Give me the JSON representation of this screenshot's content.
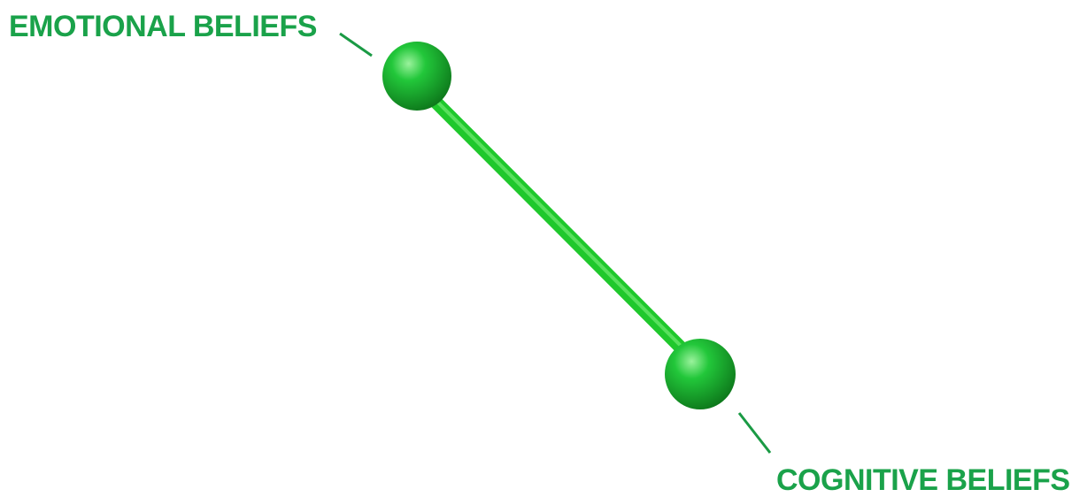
{
  "diagram": {
    "nodes": [
      {
        "id": "emotional",
        "label": "EMOTIONAL BELIEFS"
      },
      {
        "id": "cognitive",
        "label": "COGNITIVE BELIEFS"
      }
    ],
    "edges": [
      {
        "from": "emotional",
        "to": "cognitive"
      }
    ],
    "colors": {
      "label": "#1aa24a",
      "node": "#22c73a",
      "node_highlight": "#9af29c",
      "node_shadow": "#0e7a1c",
      "edge": "#1fc82c",
      "edge_highlight": "#7ef07e",
      "leader_line": "#1a9a44"
    }
  }
}
